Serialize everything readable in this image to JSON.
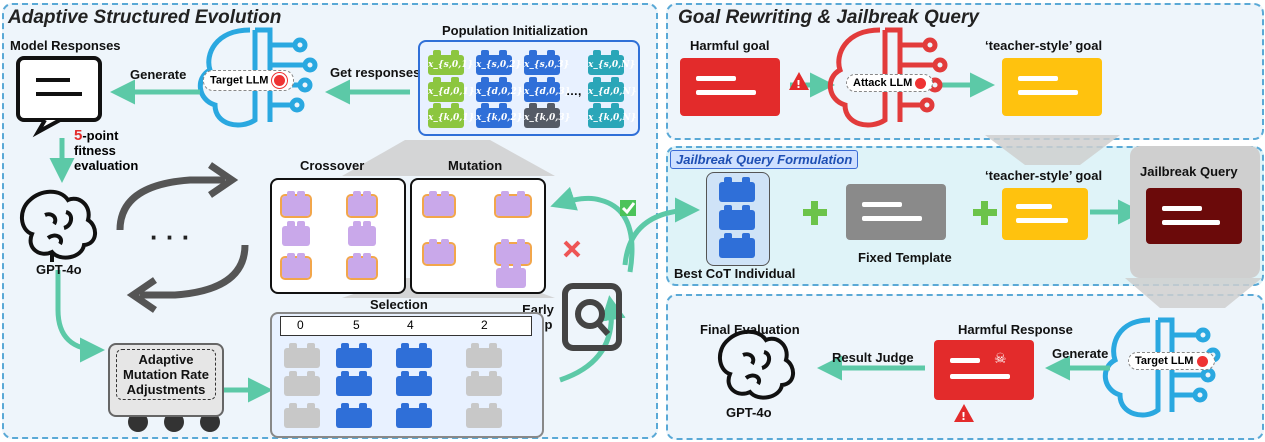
{
  "panels": {
    "left_title": "Adaptive Structured Evolution",
    "right_top_title": "Goal Rewriting & Jailbreak Query",
    "formulation_title": "Jailbreak Query Formulation"
  },
  "left": {
    "model_responses": "Model Responses",
    "generate": "Generate",
    "target_llm": "Target LLM",
    "get_responses": "Get responses",
    "population_init": "Population Initialization",
    "fitness_bold": "5",
    "fitness_rest": "-point fitness evaluation",
    "gpt": "GPT-4o",
    "dots": "· · ·",
    "crossover": "Crossover",
    "mutation": "Mutation",
    "selection": "Selection",
    "early_stop": "Early Stop",
    "adaptive": "Adaptive Mutation Rate Adjustments",
    "scores": [
      "0",
      "5",
      "4",
      "2"
    ]
  },
  "population": {
    "rows": [
      [
        "x_{s,0,1}",
        "x_{s,0,2}",
        "x_{s,0,3}",
        "x_{s,0,N}"
      ],
      [
        "x_{d,0,1}",
        "x_{d,0,2}",
        "x_{d,0,3}",
        "x_{d,0,N}"
      ],
      [
        "x_{k,0,1}",
        "x_{k,0,2}",
        "x_{k,0,3}",
        "x_{k,0,N}"
      ]
    ],
    "ellipsis": "…,"
  },
  "right": {
    "harmful_goal": "Harmful goal",
    "attack_llm": "Attack LLM",
    "teacher_goal": "‘teacher-style’ goal",
    "teacher_goal2": "‘teacher-style’ goal",
    "jailbreak_query": "Jailbreak Query",
    "best_cot": "Best CoT Individual",
    "fixed_template": "Fixed Template",
    "final_eval": "Final Evaluation",
    "harmful_response": "Harmful Response",
    "result_judge": "Result Judge",
    "generate": "Generate",
    "target_llm": "Target LLM",
    "gpt": "GPT-4o"
  },
  "colors": {
    "panel_border": "#5aa9d6",
    "arrow": "#5cc9a7",
    "red": "#e32b2b",
    "yellow": "#ffc20e",
    "maroon": "#6b0a0a",
    "grey": "#9a9a9a"
  }
}
